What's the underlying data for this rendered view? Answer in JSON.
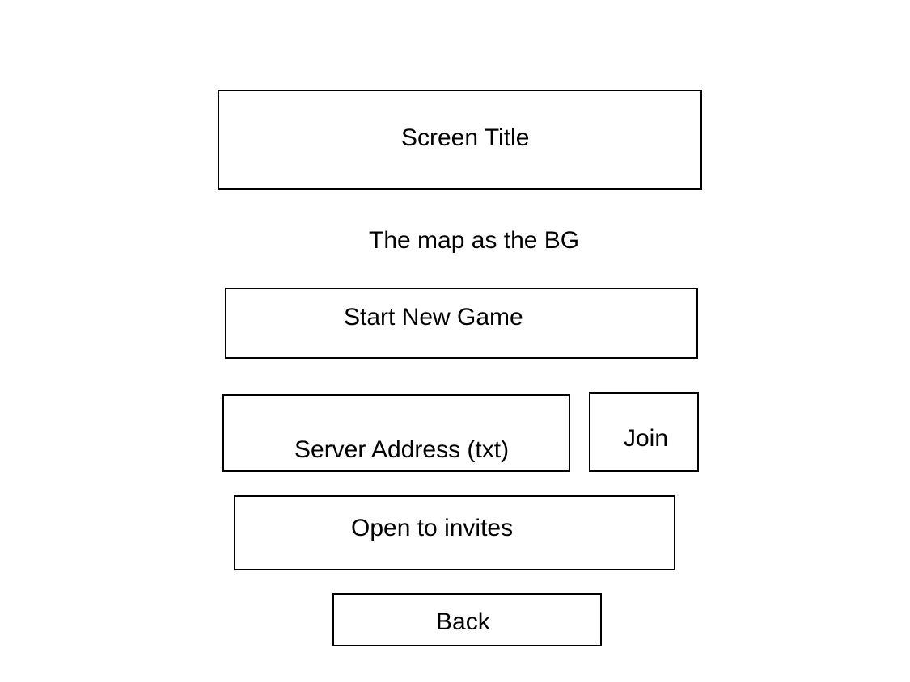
{
  "screen": {
    "title": "Screen Title",
    "background_note": "The map as the BG"
  },
  "actions": {
    "start_new_game_label": "Start New Game",
    "server_address_label": "Server Address (txt)",
    "join_label": "Join",
    "open_to_invites_label": "Open to invites",
    "back_label": "Back"
  }
}
